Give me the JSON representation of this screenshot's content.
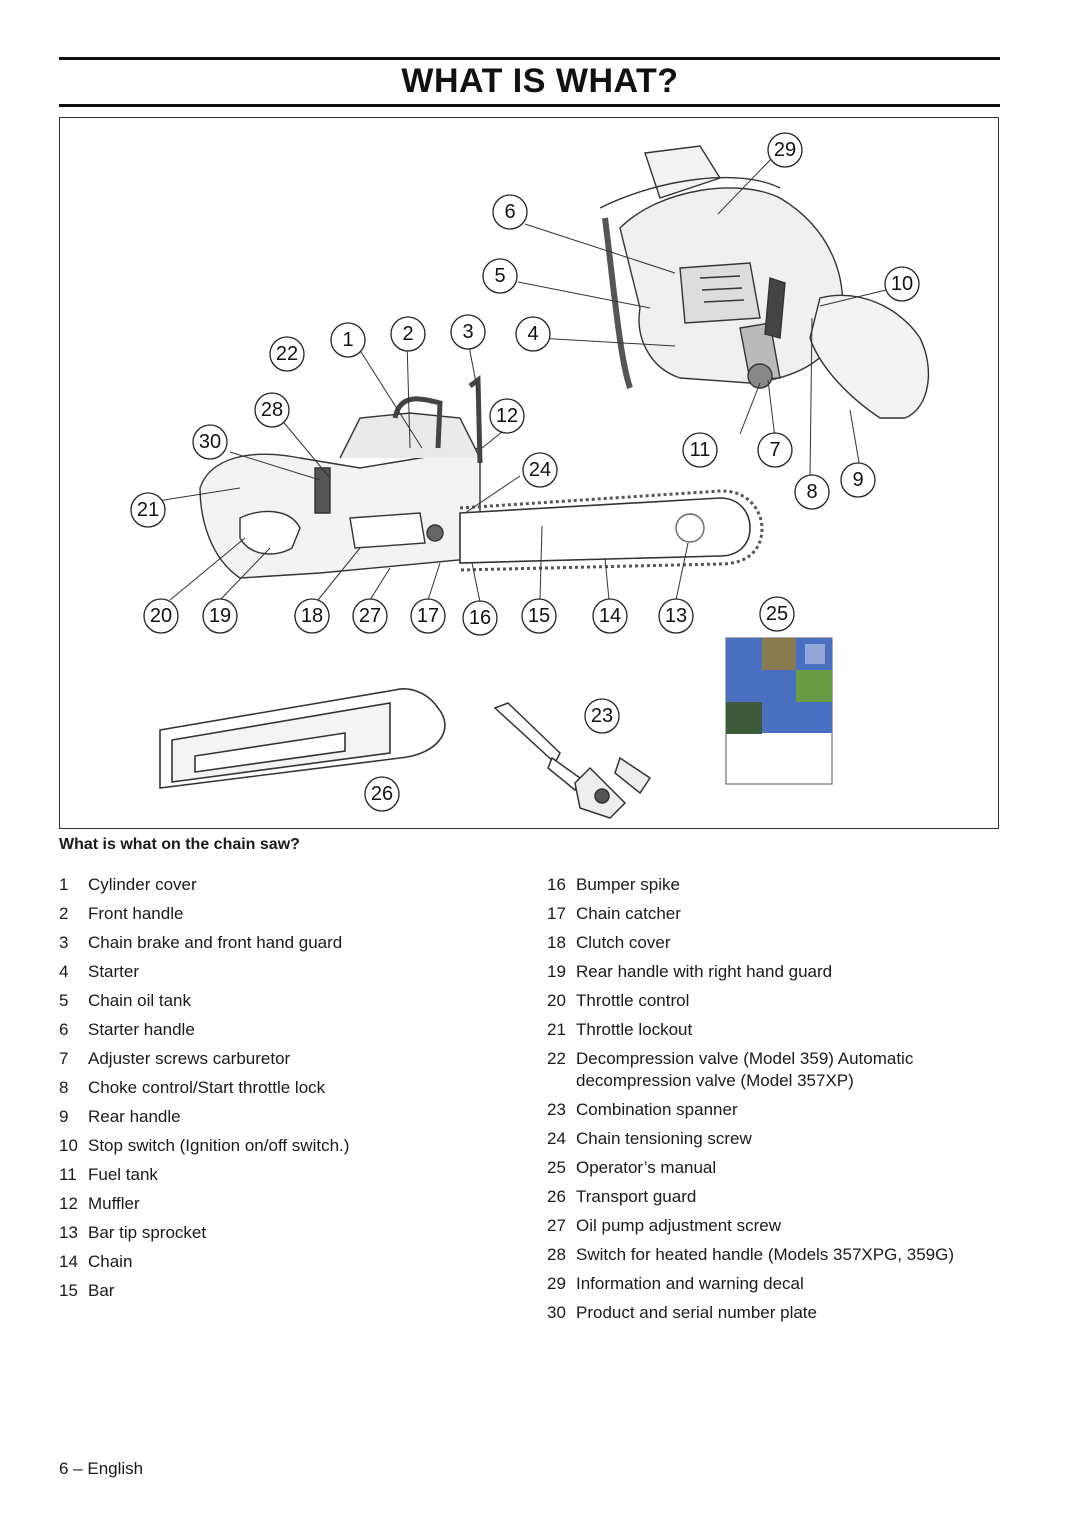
{
  "title": "WHAT IS WHAT?",
  "caption": "What is what on the chain saw?",
  "callouts": [
    "29",
    "6",
    "5",
    "10",
    "22",
    "1",
    "2",
    "3",
    "4",
    "28",
    "12",
    "30",
    "11",
    "7",
    "24",
    "8",
    "9",
    "21",
    "20",
    "19",
    "18",
    "27",
    "17",
    "16",
    "15",
    "14",
    "13",
    "25",
    "23",
    "26"
  ],
  "parts_left": [
    {
      "num": "1",
      "text": "Cylinder cover"
    },
    {
      "num": "2",
      "text": "Front handle"
    },
    {
      "num": "3",
      "text": "Chain brake and front hand guard"
    },
    {
      "num": "4",
      "text": "Starter"
    },
    {
      "num": "5",
      "text": "Chain oil tank"
    },
    {
      "num": "6",
      "text": "Starter handle"
    },
    {
      "num": "7",
      "text": "Adjuster screws carburetor"
    },
    {
      "num": "8",
      "text": "Choke control/Start throttle lock"
    },
    {
      "num": "9",
      "text": "Rear handle"
    },
    {
      "num": "10",
      "text": "Stop switch (Ignition on/off switch.)"
    },
    {
      "num": "11",
      "text": "Fuel tank"
    },
    {
      "num": "12",
      "text": "Muffler"
    },
    {
      "num": "13",
      "text": "Bar tip sprocket"
    },
    {
      "num": "14",
      "text": "Chain"
    },
    {
      "num": "15",
      "text": "Bar"
    }
  ],
  "parts_right": [
    {
      "num": "16",
      "text": "Bumper spike"
    },
    {
      "num": "17",
      "text": "Chain catcher"
    },
    {
      "num": "18",
      "text": "Clutch cover"
    },
    {
      "num": "19",
      "text": "Rear handle with right hand guard"
    },
    {
      "num": "20",
      "text": "Throttle control"
    },
    {
      "num": "21",
      "text": "Throttle lockout"
    },
    {
      "num": "22",
      "text": "Decompression valve (Model 359) Automatic decompression valve (Model 357XP)"
    },
    {
      "num": "23",
      "text": "Combination spanner"
    },
    {
      "num": "24",
      "text": "Chain tensioning screw"
    },
    {
      "num": "25",
      "text": "Operator’s manual"
    },
    {
      "num": "26",
      "text": "Transport guard"
    },
    {
      "num": "27",
      "text": "Oil pump adjustment screw"
    },
    {
      "num": "28",
      "text": "Switch for heated handle (Models 357XPG, 359G)"
    },
    {
      "num": "29",
      "text": "Information and warning decal"
    },
    {
      "num": "30",
      "text": "Product and serial number plate"
    }
  ],
  "footer": "6 – English"
}
